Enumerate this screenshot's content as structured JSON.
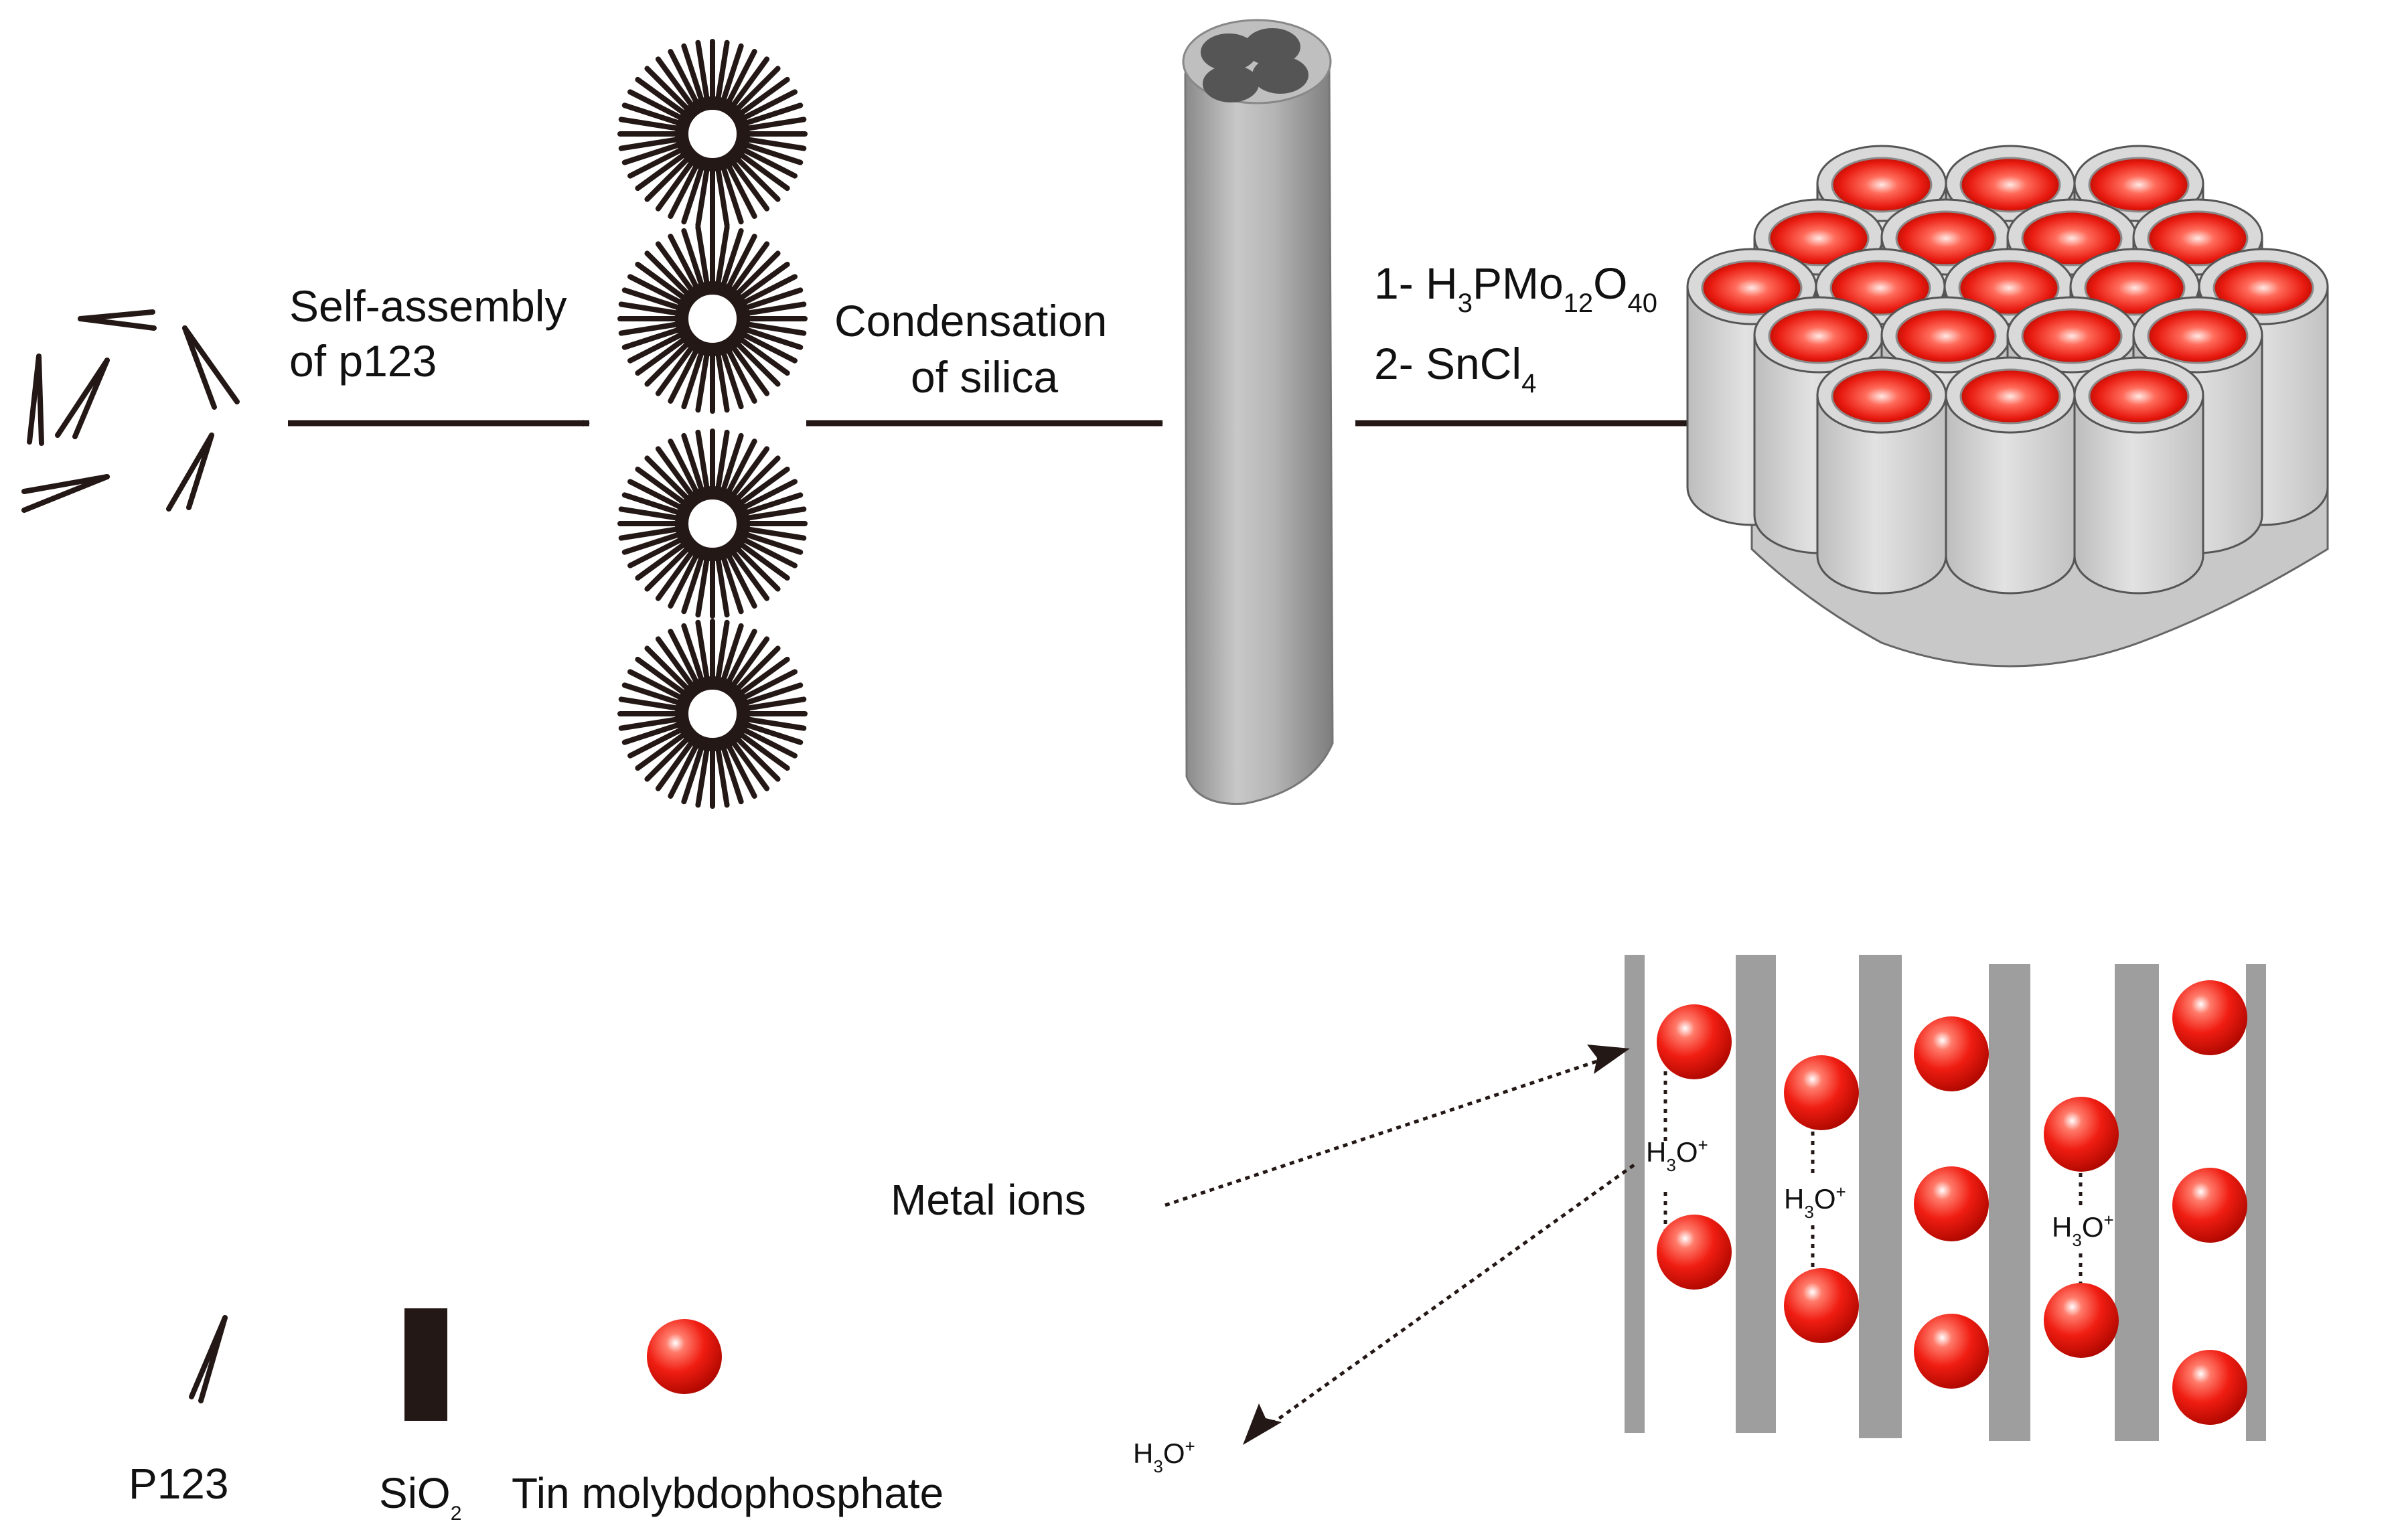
{
  "steps": {
    "self_assembly": [
      "Self-assembly",
      "of p123"
    ],
    "condensation": [
      "Condensation",
      "of silica"
    ],
    "reagent1": {
      "prefix": "1- ",
      "formula": [
        "H",
        "3",
        "PMo",
        "12",
        "O",
        "40"
      ]
    },
    "reagent2": {
      "prefix": "2- ",
      "formula": [
        "SnCl",
        "4"
      ]
    }
  },
  "pore": {
    "hydronium": [
      "H",
      "3",
      "O",
      "+"
    ],
    "metal_ions_label": "Metal ions",
    "released_label": [
      "H",
      "3",
      "O",
      "+"
    ]
  },
  "legend": {
    "p123": "P123",
    "sio2": [
      "SiO",
      "2"
    ],
    "tin": "Tin molybdophosphate"
  },
  "colors": {
    "ink": "#231815",
    "silica_wall": "#9e9e9e",
    "sphere": "#e8231b",
    "cylinder": "#d0d0d0"
  }
}
